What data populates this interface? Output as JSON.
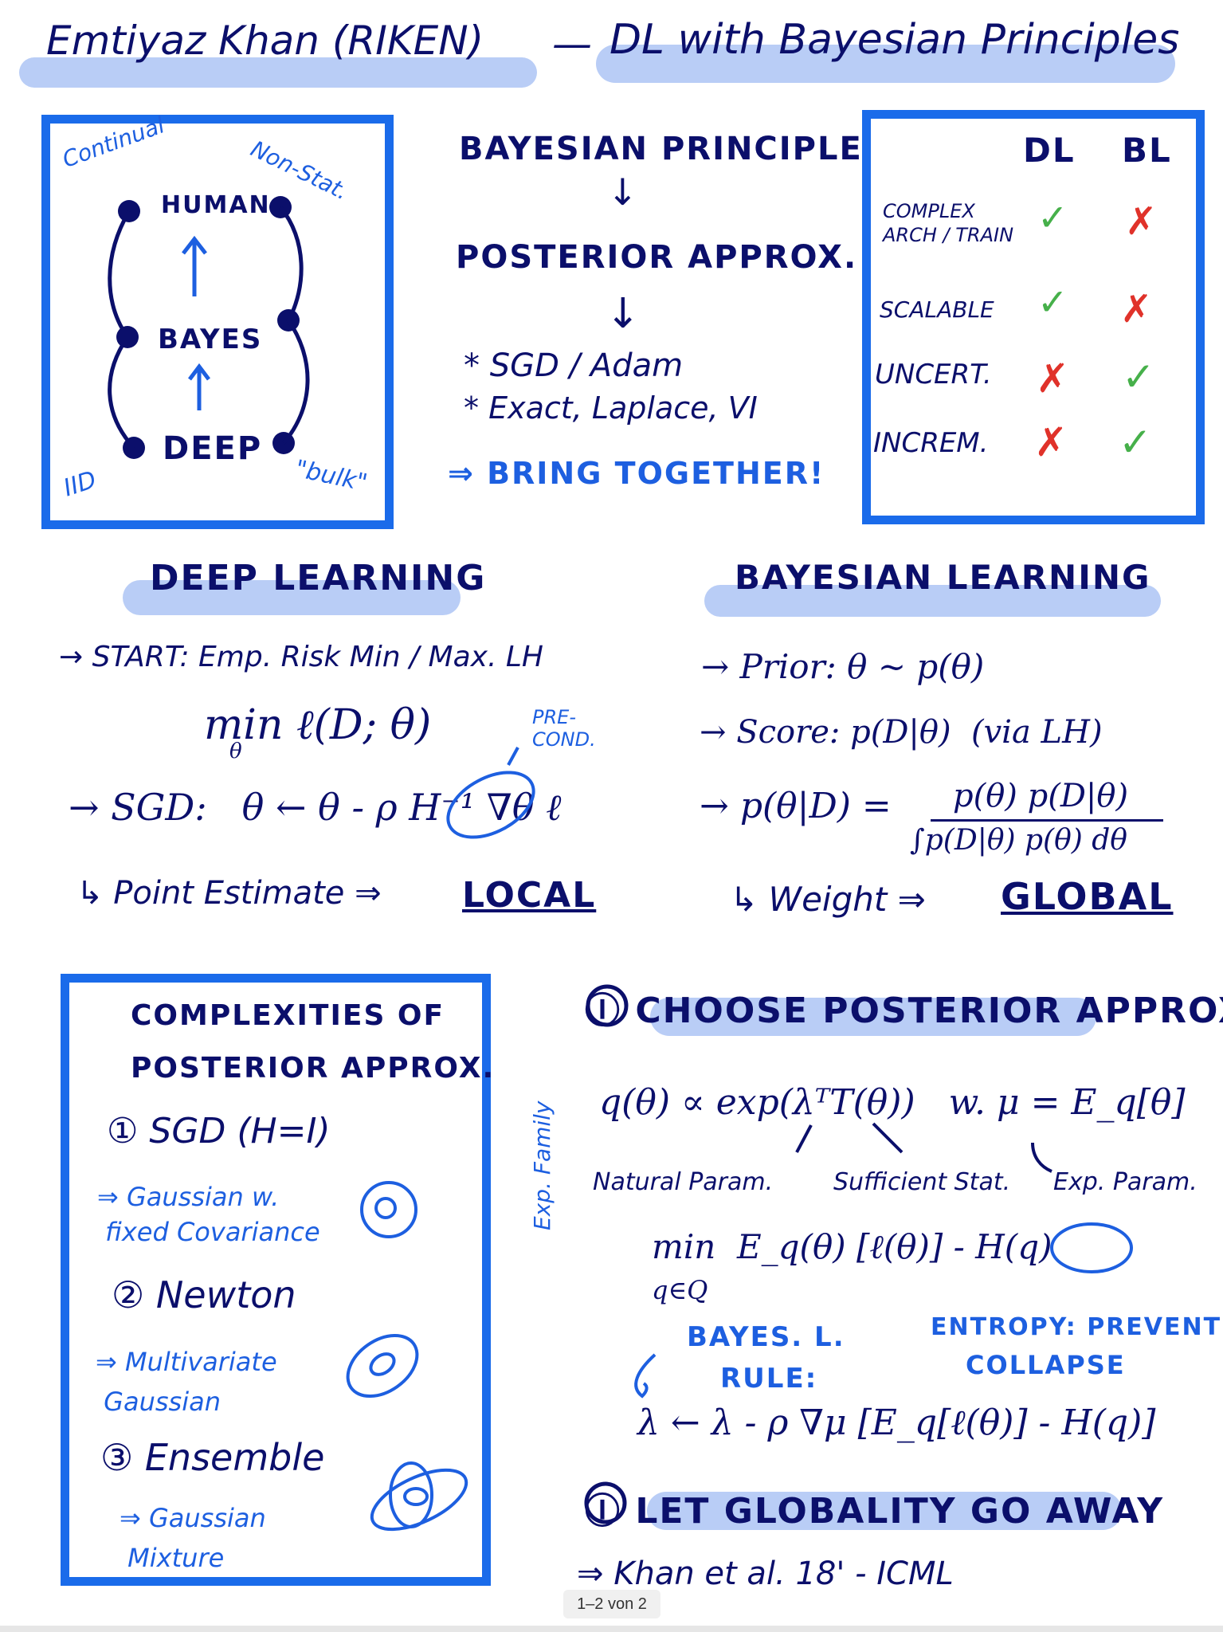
{
  "title": {
    "left": "Emtiyaz Khan (RIKEN)",
    "dash": "—",
    "right": "DL with Bayesian Principles"
  },
  "continuum_box": {
    "corner_top_left": "Continual",
    "corner_top_right": "Non-Stat.",
    "corner_bottom_left": "IID",
    "corner_bottom_right": "\"bulk\"",
    "levels": [
      "HUMAN",
      "BAYES",
      "DEEP"
    ]
  },
  "principle_flow": {
    "top": "BAYESIAN PRINCIPLE",
    "middle": "POSTERIOR APPROX.",
    "items": [
      "* SGD / Adam",
      "* Exact, Laplace, VI"
    ],
    "conclusion": "⇒ BRING TOGETHER!"
  },
  "comparison_table": {
    "headers": [
      "DL",
      "BL"
    ],
    "rows": [
      {
        "label": "COMPLEX\nARCH / TRAIN",
        "dl": "✓",
        "bl": "✗"
      },
      {
        "label": "SCALABLE",
        "dl": "✓",
        "bl": "✗"
      },
      {
        "label": "UNCERT.",
        "dl": "✗",
        "bl": "✓"
      },
      {
        "label": "INCREM.",
        "dl": "✗",
        "bl": "✓"
      }
    ]
  },
  "deep_learning": {
    "heading": "DEEP LEARNING",
    "start": "→ START: Emp. Risk Min / Max. LH",
    "objective": "min ℓ(D; θ)",
    "objective_sub": "θ",
    "precond": "PRE-\nCOND.",
    "sgd": "→ SGD:   θ ← θ - ρ H⁻¹ ∇θ ℓ",
    "point": "↳ Point Estimate ⇒",
    "point_result": "LOCAL"
  },
  "bayesian_learning": {
    "heading": "BAYESIAN LEARNING",
    "prior": "→ Prior: θ ~ p(θ)",
    "score": "→ Score: p(D|θ)  (via LH)",
    "posterior_left": "→ p(θ|D) =",
    "posterior_num": "p(θ) p(D|θ)",
    "posterior_den": "∫p(D|θ) p(θ) dθ",
    "weight": "↳ Weight ⇒",
    "weight_result": "GLOBAL"
  },
  "complexities": {
    "title_1": "COMPLEXITIES OF",
    "title_2": "POSTERIOR APPROX.",
    "items": [
      {
        "name": "① SGD (H=I)",
        "note": "⇒ Gaussian w.\n fixed Covariance"
      },
      {
        "name": "② Newton",
        "note": "⇒ Multivariate\n Gaussian"
      },
      {
        "name": "③ Ensemble",
        "note": "⇒ Gaussian\n Mixture"
      }
    ]
  },
  "section_one": {
    "heading": "Ⓘ CHOOSE POSTERIOR APPROX.",
    "side_label": "Exp. Family",
    "formula": "q(θ) ∝ exp(λᵀT(θ))   w. μ = E_q[θ]",
    "labels": [
      "Natural Param.",
      "Sufficient Stat.",
      "Exp. Param."
    ],
    "min_objective": "min  E_q(θ) [ℓ(θ)] - H(q)",
    "min_sub": "q∈Q",
    "bayes_rule_1": "BAYES. L.",
    "bayes_rule_2": "RULE:",
    "entropy_note_1": "ENTROPY: PREVENT",
    "entropy_note_2": "COLLAPSE",
    "update": "λ ← λ - ρ ∇μ [E_q[ℓ(θ)] - H(q)]"
  },
  "section_two": {
    "heading": "Ⓘ LET GLOBALITY GO AWAY",
    "ref": "⇒ Khan et al. 18' - ICML"
  },
  "pager": "1–2 von 2",
  "colors": {
    "navy": "#0b0f6b",
    "blue": "#1d5fe0",
    "highlight": "#b9cdf6",
    "box": "#1a6bea",
    "check": "#46b04a",
    "cross": "#e0322a"
  }
}
